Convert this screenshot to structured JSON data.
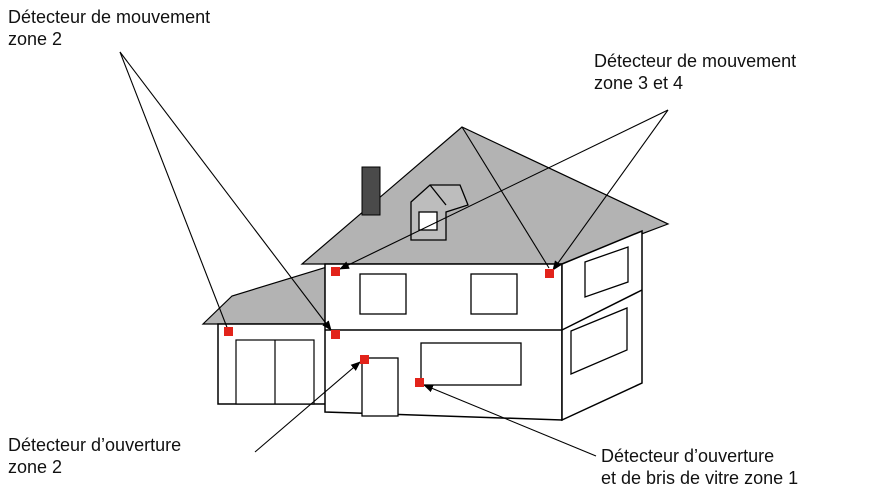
{
  "colors": {
    "roof": "#b3b3b3",
    "chimney": "#4a4a4a",
    "sensor": "#e2231a",
    "outline": "#000000",
    "wall": "#ffffff"
  },
  "labels": {
    "motion_zone_2": {
      "line1": "Détecteur de mouvement",
      "line2": "zone 2"
    },
    "motion_zone_3_4": {
      "line1": "Détecteur de mouvement",
      "line2": "zone 3 et 4"
    },
    "opening_zone_2": {
      "line1": "Détecteur d’ouverture",
      "line2": "zone 2"
    },
    "opening_glass_zone_1": {
      "line1": "Détecteur d’ouverture",
      "line2": "et de bris de vitre zone 1"
    }
  }
}
